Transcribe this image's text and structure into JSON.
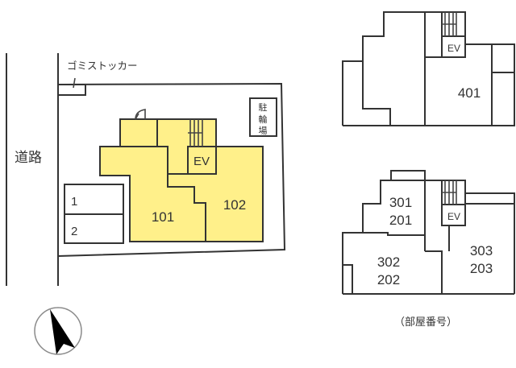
{
  "site_plan": {
    "road_label": "道路",
    "garbage_label": "ゴミストッカー",
    "bicycle_parking_label": [
      "駐",
      "輪",
      "場"
    ],
    "parking_spaces": [
      "1",
      "2"
    ],
    "elevator_label": "EV",
    "units": [
      "101",
      "102"
    ]
  },
  "floor_4": {
    "elevator_label": "EV",
    "units": [
      "401"
    ]
  },
  "floor_2_3": {
    "elevator_label": "EV",
    "units": [
      {
        "upper": "301",
        "lower": "201"
      },
      {
        "upper": "302",
        "lower": "202"
      },
      {
        "upper": "303",
        "lower": "203"
      }
    ]
  },
  "legend": {
    "room_number_caption": "（部屋番号）"
  },
  "compass": {
    "icon": "north-arrow-icon"
  },
  "colors": {
    "unit_fill": "#fff08a",
    "line": "#333333"
  }
}
